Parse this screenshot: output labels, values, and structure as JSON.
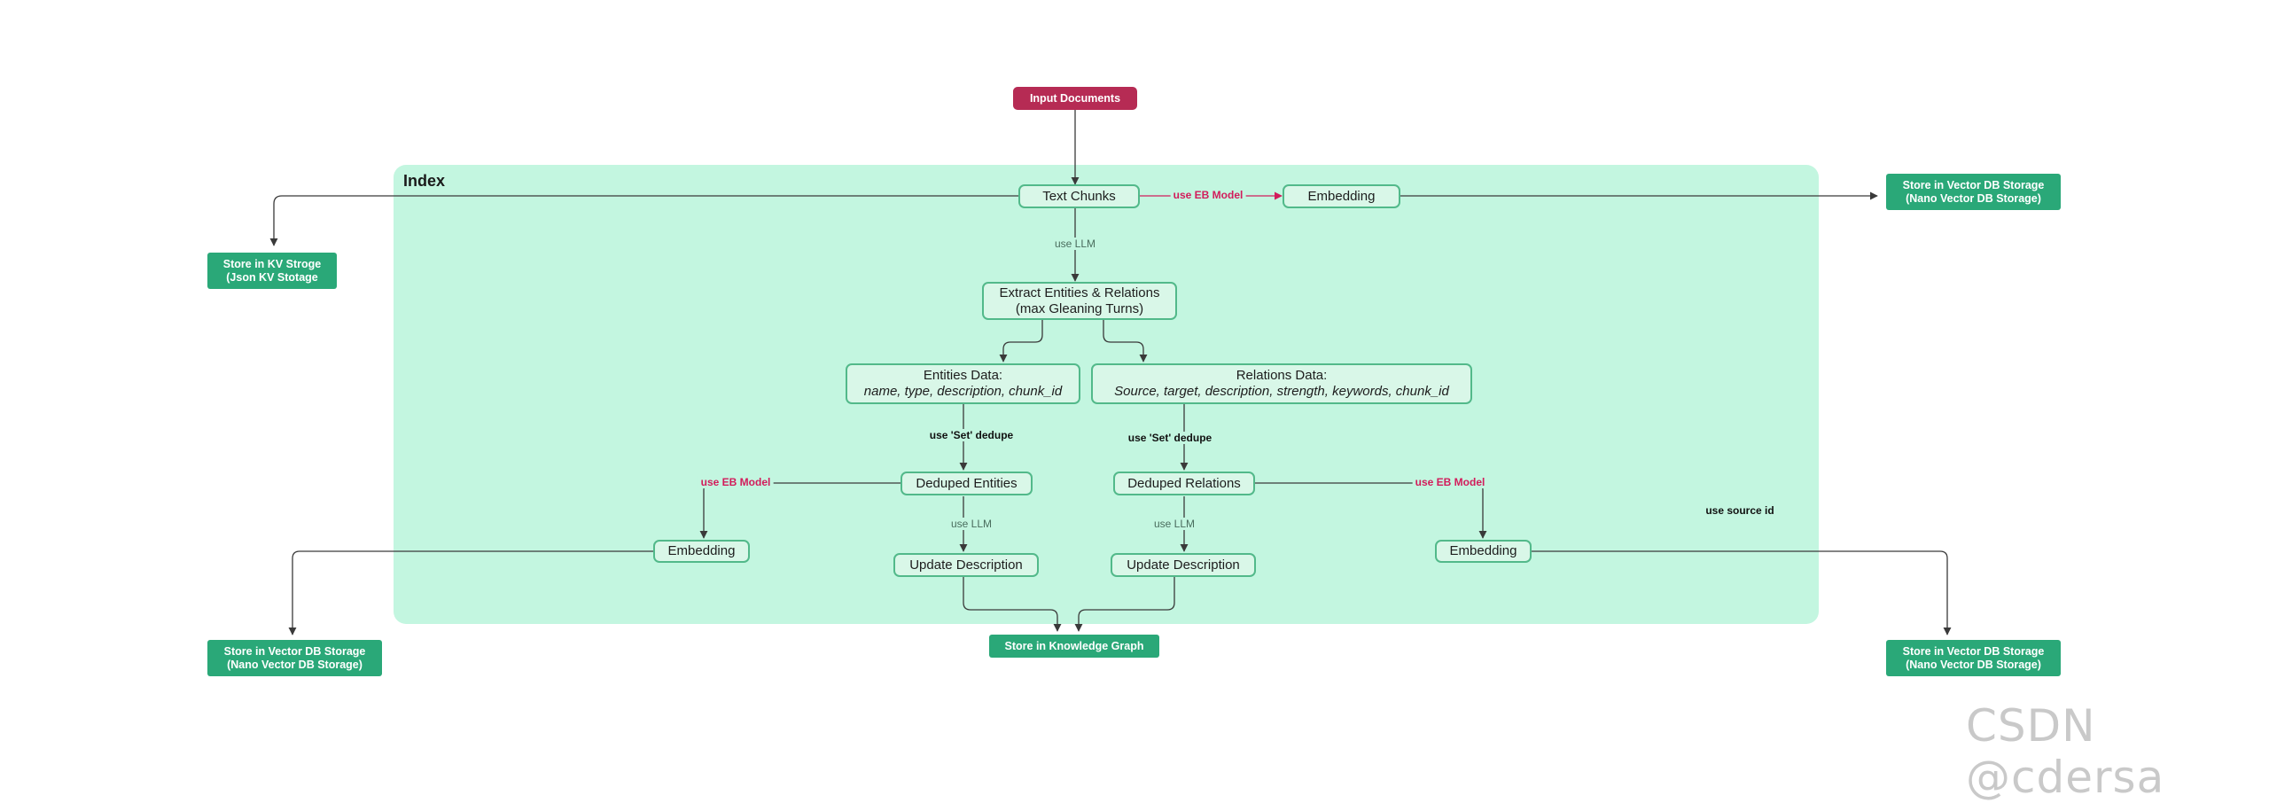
{
  "group": {
    "title": "Index"
  },
  "nodes": {
    "input": "Input Documents",
    "text_chunks": "Text Chunks",
    "embedding_top": "Embedding",
    "store_vector_top": [
      "Store in Vector DB Storage",
      "(Nano Vector DB Storage)"
    ],
    "store_kv": [
      "Store in KV Stroge",
      "(Json KV Stotage"
    ],
    "extract": [
      "Extract Entities & Relations",
      "(max Gleaning Turns)"
    ],
    "entities_data": {
      "title": "Entities Data:",
      "fields": "name, type, description, chunk_id"
    },
    "relations_data": {
      "title": "Relations Data:",
      "fields": "Source, target, description, strength, keywords, chunk_id"
    },
    "deduped_entities": "Deduped Entities",
    "deduped_relations": "Deduped Relations",
    "embedding_left": "Embedding",
    "embedding_right": "Embedding",
    "update_desc_left": "Update Description",
    "update_desc_right": "Update Description",
    "store_vector_left": [
      "Store in Vector DB Storage",
      "(Nano Vector DB Storage)"
    ],
    "store_vector_right": [
      "Store in Vector DB Storage",
      "(Nano Vector DB Storage)"
    ],
    "store_kg": "Store in Knowledge Graph"
  },
  "edge_labels": {
    "use_eb_model": "use EB Model",
    "use_llm": "use LLM",
    "use_set_dedupe": "use 'Set' dedupe",
    "use_source_id": "use source id"
  },
  "colors": {
    "group_fill": "#c3f6e0",
    "process_fill": "#d9f7e8",
    "process_border": "#52b98a",
    "store_fill": "#2aa878",
    "input_fill": "#b62b54",
    "eb_label": "#d21c5b",
    "connector": "#3a3a3a"
  },
  "watermark": "CSDN @cdersa"
}
